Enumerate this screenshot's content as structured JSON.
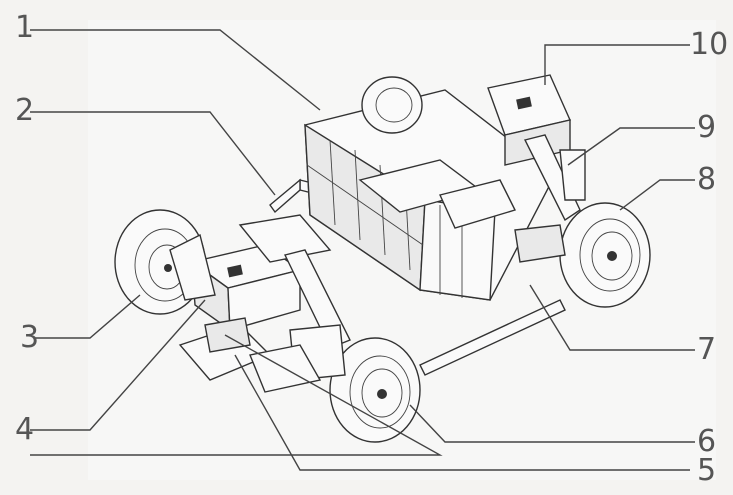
{
  "figure": {
    "labels": [
      "1",
      "2",
      "3",
      "4",
      "5",
      "6",
      "7",
      "8",
      "9",
      "10"
    ]
  }
}
